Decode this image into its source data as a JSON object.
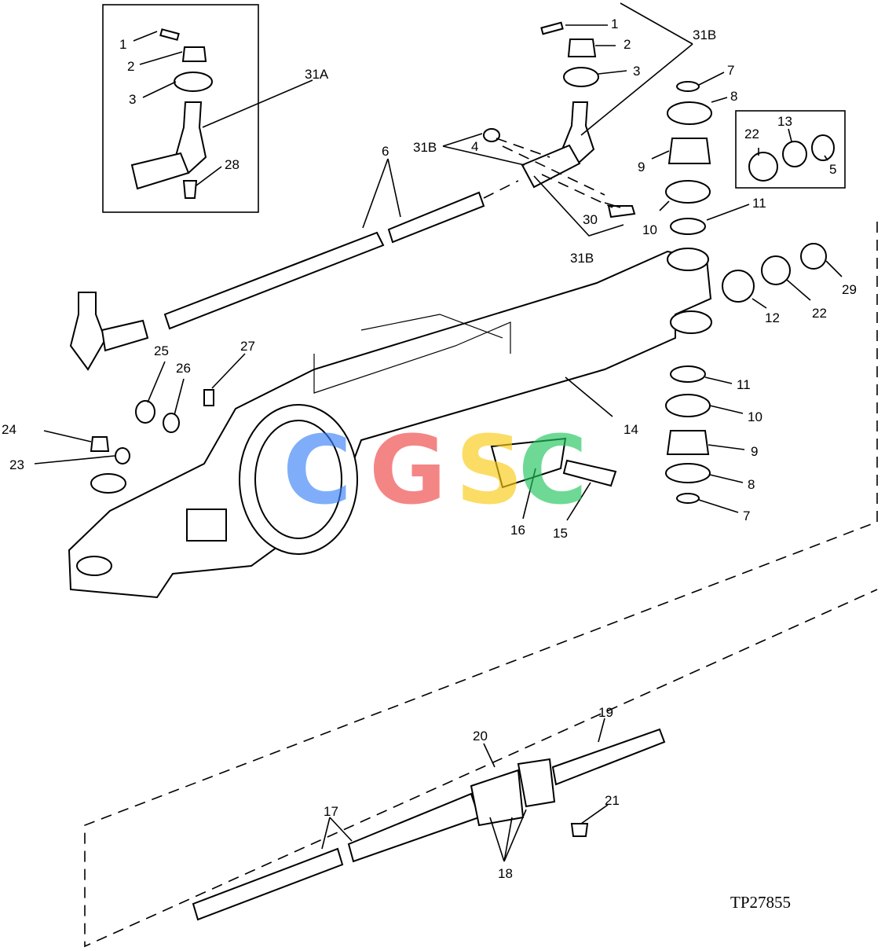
{
  "figure_ref": "TP27855",
  "watermark": {
    "letters": [
      "C",
      "G",
      "S",
      "C"
    ],
    "colors": [
      "#3b82f6",
      "#ef4444",
      "#facc15",
      "#22c55e"
    ]
  },
  "callouts": {
    "c1a": "1",
    "c2a": "2",
    "c3a": "3",
    "c31a": "31A",
    "c28": "28",
    "c1b": "1",
    "c2b": "2",
    "c3b": "3",
    "c31b_top": "31B",
    "c31b_left": "31B",
    "c4": "4",
    "c30": "30",
    "c31b_bottom": "31B",
    "c6": "6",
    "c7_top": "7",
    "c8_top": "8",
    "c9_top": "9",
    "c10_top": "10",
    "c11_top": "11",
    "c22_box": "22",
    "c13": "13",
    "c5": "5",
    "c12": "12",
    "c22": "22",
    "c29": "29",
    "c25": "25",
    "c26": "26",
    "c27": "27",
    "c24": "24",
    "c23": "23",
    "c14": "14",
    "c16": "16",
    "c15": "15",
    "c11_bot": "11",
    "c10_bot": "10",
    "c9_bot": "9",
    "c8_bot": "8",
    "c7_bot": "7",
    "c19": "19",
    "c20": "20",
    "c21": "21",
    "c17": "17",
    "c18": "18"
  }
}
